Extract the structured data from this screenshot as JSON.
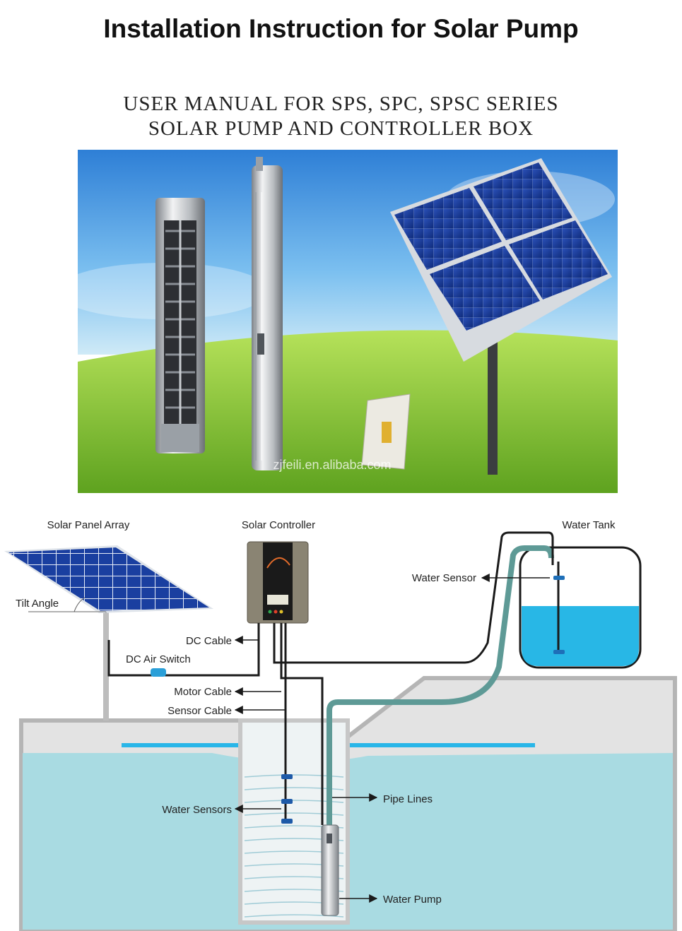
{
  "header": {
    "title": "Installation Instruction for Solar Pump",
    "subtitle_line1": "USER MANUAL FOR SPS, SPC, SPSC SERIES",
    "subtitle_line2": "SOLAR PUMP AND CONTROLLER BOX"
  },
  "photo": {
    "watermark": "zjfeili.en.alibaba.com"
  },
  "diagram": {
    "labels": {
      "solar_panel_array": "Solar Panel Array",
      "solar_controller": "Solar Controller",
      "water_tank": "Water Tank",
      "water_sensor": "Water Sensor",
      "tilt_angle": "Tilt Angle",
      "dc_cable": "DC Cable",
      "dc_air_switch": "DC Air Switch",
      "motor_cable": "Motor Cable",
      "sensor_cable": "Sensor Cable",
      "water_sensors": "Water Sensors",
      "pipe_lines": "Pipe Lines",
      "water_pump": "Water Pump"
    },
    "colors": {
      "water": "#a9dbe2",
      "tank_water": "#28b7e6",
      "ground": "#e3e3e3",
      "pipe": "#5e9a96",
      "cable": "#1a1a1a",
      "panel": "#1a3fa0"
    }
  }
}
